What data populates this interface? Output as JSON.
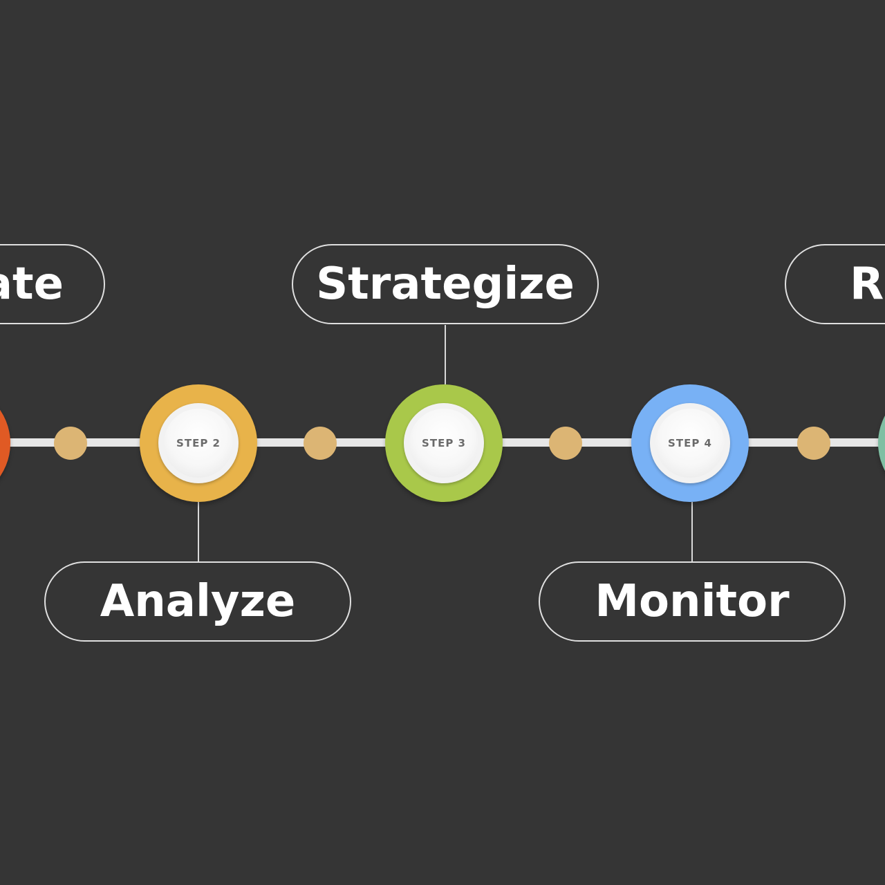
{
  "steps": [
    {
      "label": "",
      "title": "ate",
      "color": "#e05a24",
      "position": "top"
    },
    {
      "label": "STEP 2",
      "title": "Analyze",
      "color": "#e8b34a",
      "position": "bottom"
    },
    {
      "label": "STEP 3",
      "title": "Strategize",
      "color": "#a9c84a",
      "position": "top"
    },
    {
      "label": "STEP 4",
      "title": "Monitor",
      "color": "#78b1f5",
      "position": "bottom"
    },
    {
      "label": "",
      "title": "R",
      "color": "#7fbfa3",
      "position": "top"
    }
  ],
  "colors": {
    "background": "#353535",
    "track": "#e6e6e6",
    "connector_dot": "#dcb574",
    "pill_border": "#e0e0e0"
  }
}
